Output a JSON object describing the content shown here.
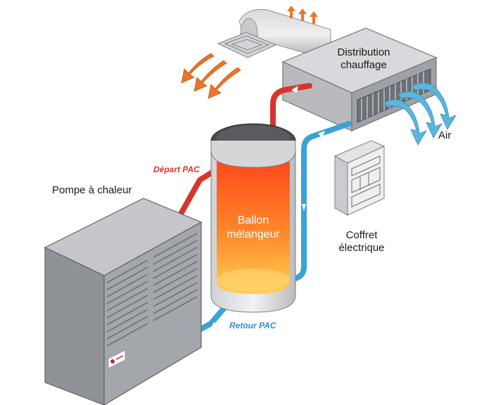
{
  "labels": {
    "distribution": [
      "Distribution",
      "chauffage"
    ],
    "air": "Air",
    "depart": "Départ PAC",
    "pompe": "Pompe à chaleur",
    "ballon": [
      "Ballon",
      "mélangeur"
    ],
    "coffret": [
      "Coffret",
      "électrique"
    ],
    "retour": "Retour PAC"
  },
  "colors": {
    "hot_pipe": "#d9342b",
    "cold_pipe": "#3aa3d6",
    "hot_label": "#d9342b",
    "cold_label": "#2f8fc9",
    "warm_air": "#e9772a",
    "cool_air": "#5bb6dc",
    "tank_top": "#ff5a1f",
    "tank_bottom": "#ffc24a",
    "tank_cap": "#4a4a4e",
    "unit_body": "#9ea1a6",
    "unit_side": "#7d8086",
    "unit_top": "#c4c6ca",
    "logo": "#c0282d"
  },
  "icons": [
    "warm-air-arrow",
    "cool-air-arrow",
    "flow-arrow",
    "ceiling-diffuser",
    "logo-badge"
  ]
}
